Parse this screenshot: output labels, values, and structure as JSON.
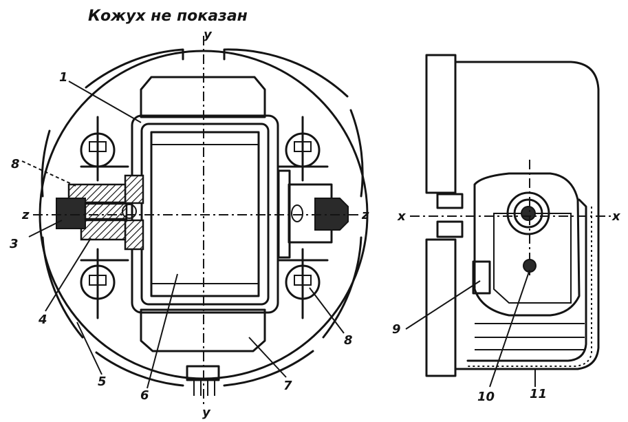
{
  "caption": "Кожух не показан",
  "axis_labels": {
    "y_top": "y",
    "y_bottom": "y",
    "z_left": "z",
    "z_right": "z",
    "x_left": "x",
    "x_right": "x"
  },
  "callouts": {
    "c1_top": "1",
    "c8_left": "8",
    "c3": "3",
    "c4": "4",
    "c5": "5",
    "c6": "6",
    "c7": "7",
    "c8_right": "8",
    "c9": "9",
    "c10": "10",
    "c11": "11"
  }
}
